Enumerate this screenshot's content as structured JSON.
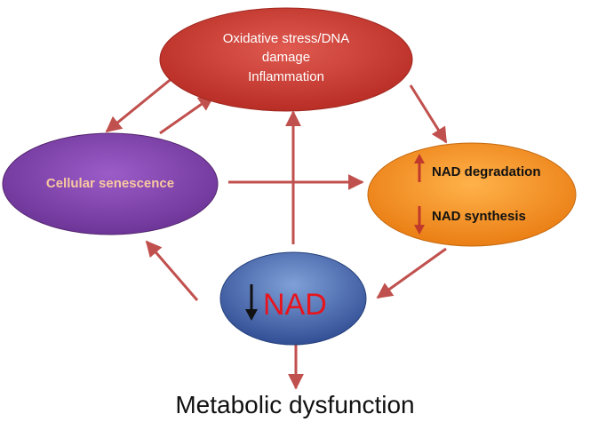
{
  "nodes": {
    "stress": {
      "lines": [
        "Oxidative stress/DNA",
        "damage",
        "Inflammation"
      ],
      "color": "#c0392b",
      "text_color": "#ffffff"
    },
    "senescence": {
      "label": "Cellular senescence",
      "color": "#7a3fa6",
      "text_color": "#f8c8a0"
    },
    "nad_balance": {
      "degradation_label": "NAD degradation",
      "synthesis_label": "NAD synthesis",
      "color": "#f08a1a",
      "text_color": "#111111",
      "arrow_color": "#c0392b"
    },
    "nad": {
      "label": "NAD",
      "color": "#3a5ba8",
      "text_color": "#e8141c",
      "arrow_color": "#111111"
    }
  },
  "bottom_label": "Metabolic dysfunction",
  "arrow_color": "#c0504d"
}
